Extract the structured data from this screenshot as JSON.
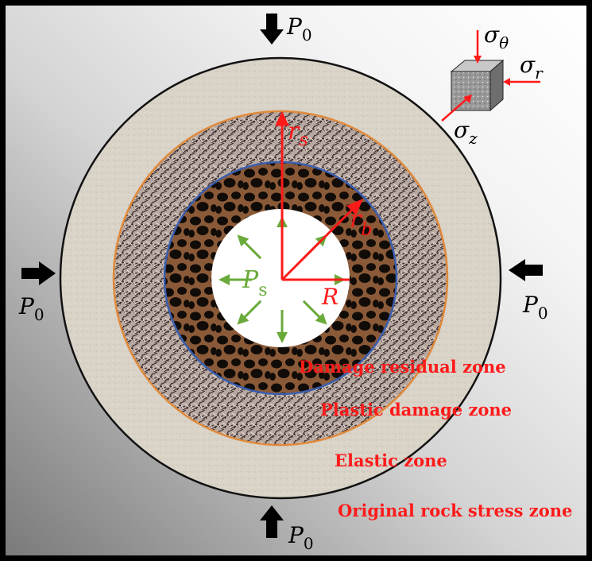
{
  "load": {
    "symbol": "P",
    "subscript": "0"
  },
  "support_pressure": {
    "symbol": "P",
    "subscript": "s"
  },
  "radii": {
    "tunnel": {
      "symbol": "R"
    },
    "plastic": {
      "symbol": "r",
      "subscript": "b"
    },
    "elastic": {
      "symbol": "r",
      "subscript": "s"
    }
  },
  "stresses": {
    "theta": {
      "symbol": "σ",
      "subscript": "θ"
    },
    "radial": {
      "symbol": "σ",
      "subscript": "r"
    },
    "axial": {
      "symbol": "σ",
      "subscript": "z"
    }
  },
  "zones": [
    "Damage residual zone",
    "Plastic damage zone",
    "Elastic zone",
    "Original rock stress zone"
  ],
  "colors": {
    "annotation_red": "#ff1a1a",
    "support_green": "#6aaa3a",
    "plastic_boundary": "#3a5fb0",
    "elastic_boundary": "#e08a3a",
    "outer_boundary": "#111111",
    "original_zone_fill": "#d9d3c8",
    "residual_zone_fill": "#8a5a38"
  }
}
